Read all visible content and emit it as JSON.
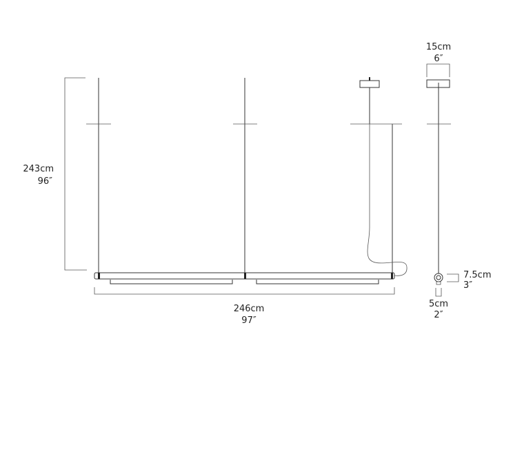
{
  "drawing": {
    "height_dimension": {
      "metric": "243cm",
      "imperial": "96″"
    },
    "width_dimension": {
      "metric": "246cm",
      "imperial": "97″"
    },
    "canopy_dimension": {
      "metric": "15cm",
      "imperial": "6″"
    },
    "profile_height_dimension": {
      "metric": "7.5cm",
      "imperial": "3″"
    },
    "profile_width_dimension": {
      "metric": "5cm",
      "imperial": "2″"
    }
  }
}
